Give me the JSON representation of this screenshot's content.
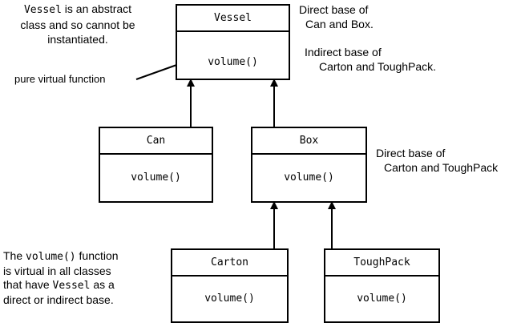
{
  "classes": {
    "vessel": {
      "name": "Vessel",
      "method": "volume()"
    },
    "can": {
      "name": "Can",
      "method": "volume()"
    },
    "box": {
      "name": "Box",
      "method": "volume()"
    },
    "carton": {
      "name": "Carton",
      "method": "volume()"
    },
    "toughpack": {
      "name": "ToughPack",
      "method": "volume()"
    }
  },
  "notes": {
    "vessel_abstract": {
      "code": "Vessel",
      "line1_rest": " is an abstract",
      "line2": "class and so cannot be",
      "line3": "instantiated."
    },
    "pure_virtual": "pure virtual function",
    "vessel_direct": {
      "line1": "Direct base of",
      "line2": "Can and Box."
    },
    "vessel_indirect": {
      "line1": "Indirect base of",
      "line2": "Carton and ToughPack."
    },
    "box_direct": {
      "line1": "Direct base of",
      "line2": "Carton and ToughPack"
    },
    "virtual_note": {
      "l1_pre": "The ",
      "l1_code": "volume()",
      "l1_post": " function",
      "l2": "is virtual in all classes",
      "l3_pre": "that have ",
      "l3_code": "Vessel",
      "l3_post": " as a",
      "l4": "direct or indirect base."
    }
  }
}
